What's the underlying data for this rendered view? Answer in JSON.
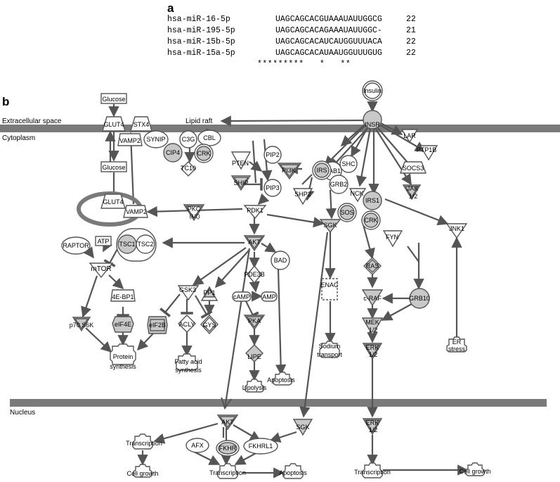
{
  "panel_a": {
    "label": "a",
    "sequences": [
      {
        "name": "hsa-miR-16-5p",
        "sequence": "UAGCAGCACGUAAAUAUUGGCG",
        "length": "22"
      },
      {
        "name": "hsa-miR-195-5p",
        "sequence": "UAGCAGCACAGAAAUAUUGGC-",
        "length": "21"
      },
      {
        "name": "hsa-miR-15b-5p",
        "sequence": "UAGCAGCACAUCAUGGUUUACA",
        "length": "22"
      },
      {
        "name": "hsa-miR-15a-5p",
        "sequence": "UAGCAGCACAUAAUGGUUUGUG",
        "length": "22"
      }
    ],
    "conservation": "*********   *   **"
  },
  "panel_b": {
    "label": "b",
    "compartments": {
      "extracellular": "Extracellular space",
      "cytoplasm": "Cytoplasm",
      "lipid_raft": "Lipid raft",
      "nucleus": "Nucleus"
    },
    "nodes": {
      "glucose_out": "Glucose",
      "glut4_mem": "GLUT4",
      "stx4": "STX4",
      "vamp2_top": "VAMP2",
      "synip": "SYNIP",
      "glucose_in": "Glucose",
      "glut4_cyto": "GLUT4",
      "vamp2_bottom": "VAMP2",
      "c3g": "C3G",
      "cbl": "CBL",
      "cip4": "CIP4",
      "crk_top": "CRK",
      "tc10": "TC10",
      "insulin": "Insulin",
      "insr": "INSR",
      "lar": "LAR",
      "ptp1b": "PTP1B",
      "socs3": "SOCS3",
      "jak_1": "JAK",
      "jak_2": "1/2",
      "gab1": "GAB1",
      "shc": "SHC",
      "grb2": "GRB2",
      "nck": "NCK",
      "irs1": "IRS1",
      "sos": "SOS",
      "crk_mid": "CRK",
      "pten": "PTEN",
      "ship": "SHIP",
      "pip2": "PIP2",
      "pi3k": "PI3K",
      "irs": "IRS",
      "pip3": "PIP3",
      "shp2": "SHP2",
      "pkc_1": "PKC",
      "pkc_2": "(λ/ζ)",
      "pdk1": "PDK1",
      "sgk_cyto": "SGK",
      "jnk1": "JNK1",
      "raptor": "RAPTOR",
      "atp": "ATP",
      "tsc1": "TSC1",
      "tsc2": "TSC2",
      "akt_cyto": "AKT",
      "mtor": "mTOR",
      "bad": "BAD",
      "fyn": "FYN",
      "pde3b": "PDE3B",
      "ras": "RAS",
      "enac": "ENAC",
      "ebp1": "4E-BP1",
      "gsk3": "GSK3",
      "pp1": "PP1",
      "camp": "cAMP",
      "amp": "AMP",
      "craf": "c-RAF",
      "grb10": "GRB10",
      "p70s6k": "p70 S6K",
      "eif4e": "eIF4E",
      "eif2b": "eIF2B",
      "acly": "ACLY",
      "gys": "GYS",
      "pka": "PKA",
      "mek_1": "MEK",
      "mek_2": "1/2",
      "erk_cyto_1": "ERK",
      "erk_cyto_2": "1/2",
      "er_1": "ER",
      "er_2": "stress",
      "protein_1": "Protein",
      "protein_2": "synthesis",
      "fatty_1": "Fatty acid",
      "fatty_2": "synthesis",
      "lipe": "LIPE",
      "apoptosis_cyto": "Apoptosis",
      "sodium_1": "Sodium",
      "sodium_2": "transport",
      "lipolysis": "Lipolysis",
      "akt_nuc": "AKT",
      "sgk_nuc": "SGK",
      "erk_nuc_1": "ERK",
      "erk_nuc_2": "1/2",
      "transcription_left": "Transcription",
      "afx": "AFX",
      "fkhr": "FKHR",
      "fkhrl1": "FKHRL1",
      "cell_growth_left": "Cell growth",
      "transcription_mid": "Transcription",
      "apoptosis_nuc": "Apoptosis",
      "transcription_right": "Transcription",
      "cell_growth_right": "Cell growth"
    }
  },
  "colors": {
    "membrane": "#7a7a7a",
    "edge": "#555555",
    "highlight_fill": "#c8c8c8",
    "node_fill": "#ffffff",
    "node_stroke": "#555555"
  }
}
